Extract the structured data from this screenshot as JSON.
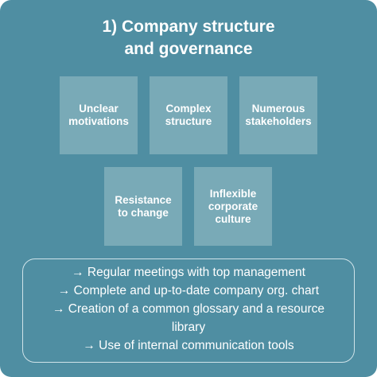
{
  "title": "1) Company structure\nand governance",
  "challenges": [
    {
      "label": "Unclear\nmotivations"
    },
    {
      "label": "Complex\nstructure"
    },
    {
      "label": "Numerous\nstakeholders"
    },
    {
      "label": "Resistance\nto change"
    },
    {
      "label": "Inflexible\ncorporate\nculture"
    }
  ],
  "actions": [
    "→ Regular meetings with top management",
    "→ Complete and up-to-date company org. chart",
    "→ Creation of a common glossary and a resource",
    "library",
    "→ Use of internal communication tools"
  ],
  "colors": {
    "background": "#4f8ea2",
    "box": "#79aab7",
    "text": "#ffffff"
  }
}
